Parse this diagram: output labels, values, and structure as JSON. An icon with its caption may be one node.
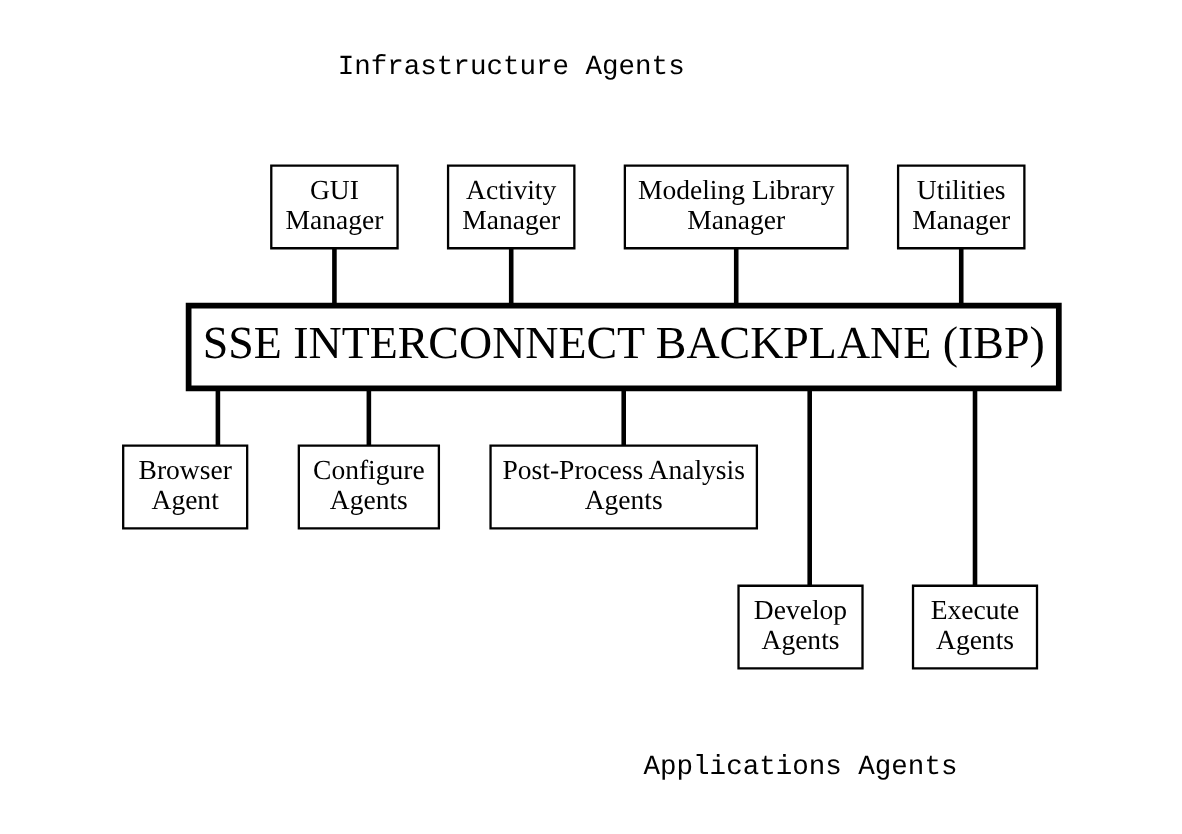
{
  "diagram": {
    "nodes": [
      {
        "text": [
          "GUI Manager"
        ]
      },
      {
        "text": [
          "Activity Manager"
        ]
      },
      {
        "text": [
          "Modeling Library Manager"
        ]
      },
      {
        "text": [
          "Utilities Manager"
        ]
      },
      {
        "text": [
          "SSE INTERCONNECT BACKPLANE (IBP)"
        ]
      },
      {
        "text": [
          "Browser Agent"
        ]
      },
      {
        "text": [
          "Configure Agents"
        ]
      },
      {
        "text": [
          "Post-Process Analysis Agents"
        ]
      },
      {
        "text": [
          "Develop Agents"
        ]
      },
      {
        "text": [
          "Execute Agents"
        ]
      }
    ],
    "edges": [
      {
        "from": 0,
        "to": 4,
        "arrow": "none"
      },
      {
        "from": 1,
        "to": 4,
        "arrow": "none"
      },
      {
        "from": 2,
        "to": 4,
        "arrow": "none"
      },
      {
        "from": 3,
        "to": 4,
        "arrow": "none"
      },
      {
        "from": 4,
        "to": 5,
        "arrow": "none"
      },
      {
        "from": 4,
        "to": 8,
        "arrow": "none"
      },
      {
        "from": 4,
        "to": 6,
        "arrow": "none"
      },
      {
        "from": 4,
        "to": 9,
        "arrow": "none"
      },
      {
        "from": 4,
        "to": 7,
        "arrow": "none"
      }
    ],
    "labels": [
      "Infrastructure Agents",
      "Applications Agents"
    ]
  }
}
